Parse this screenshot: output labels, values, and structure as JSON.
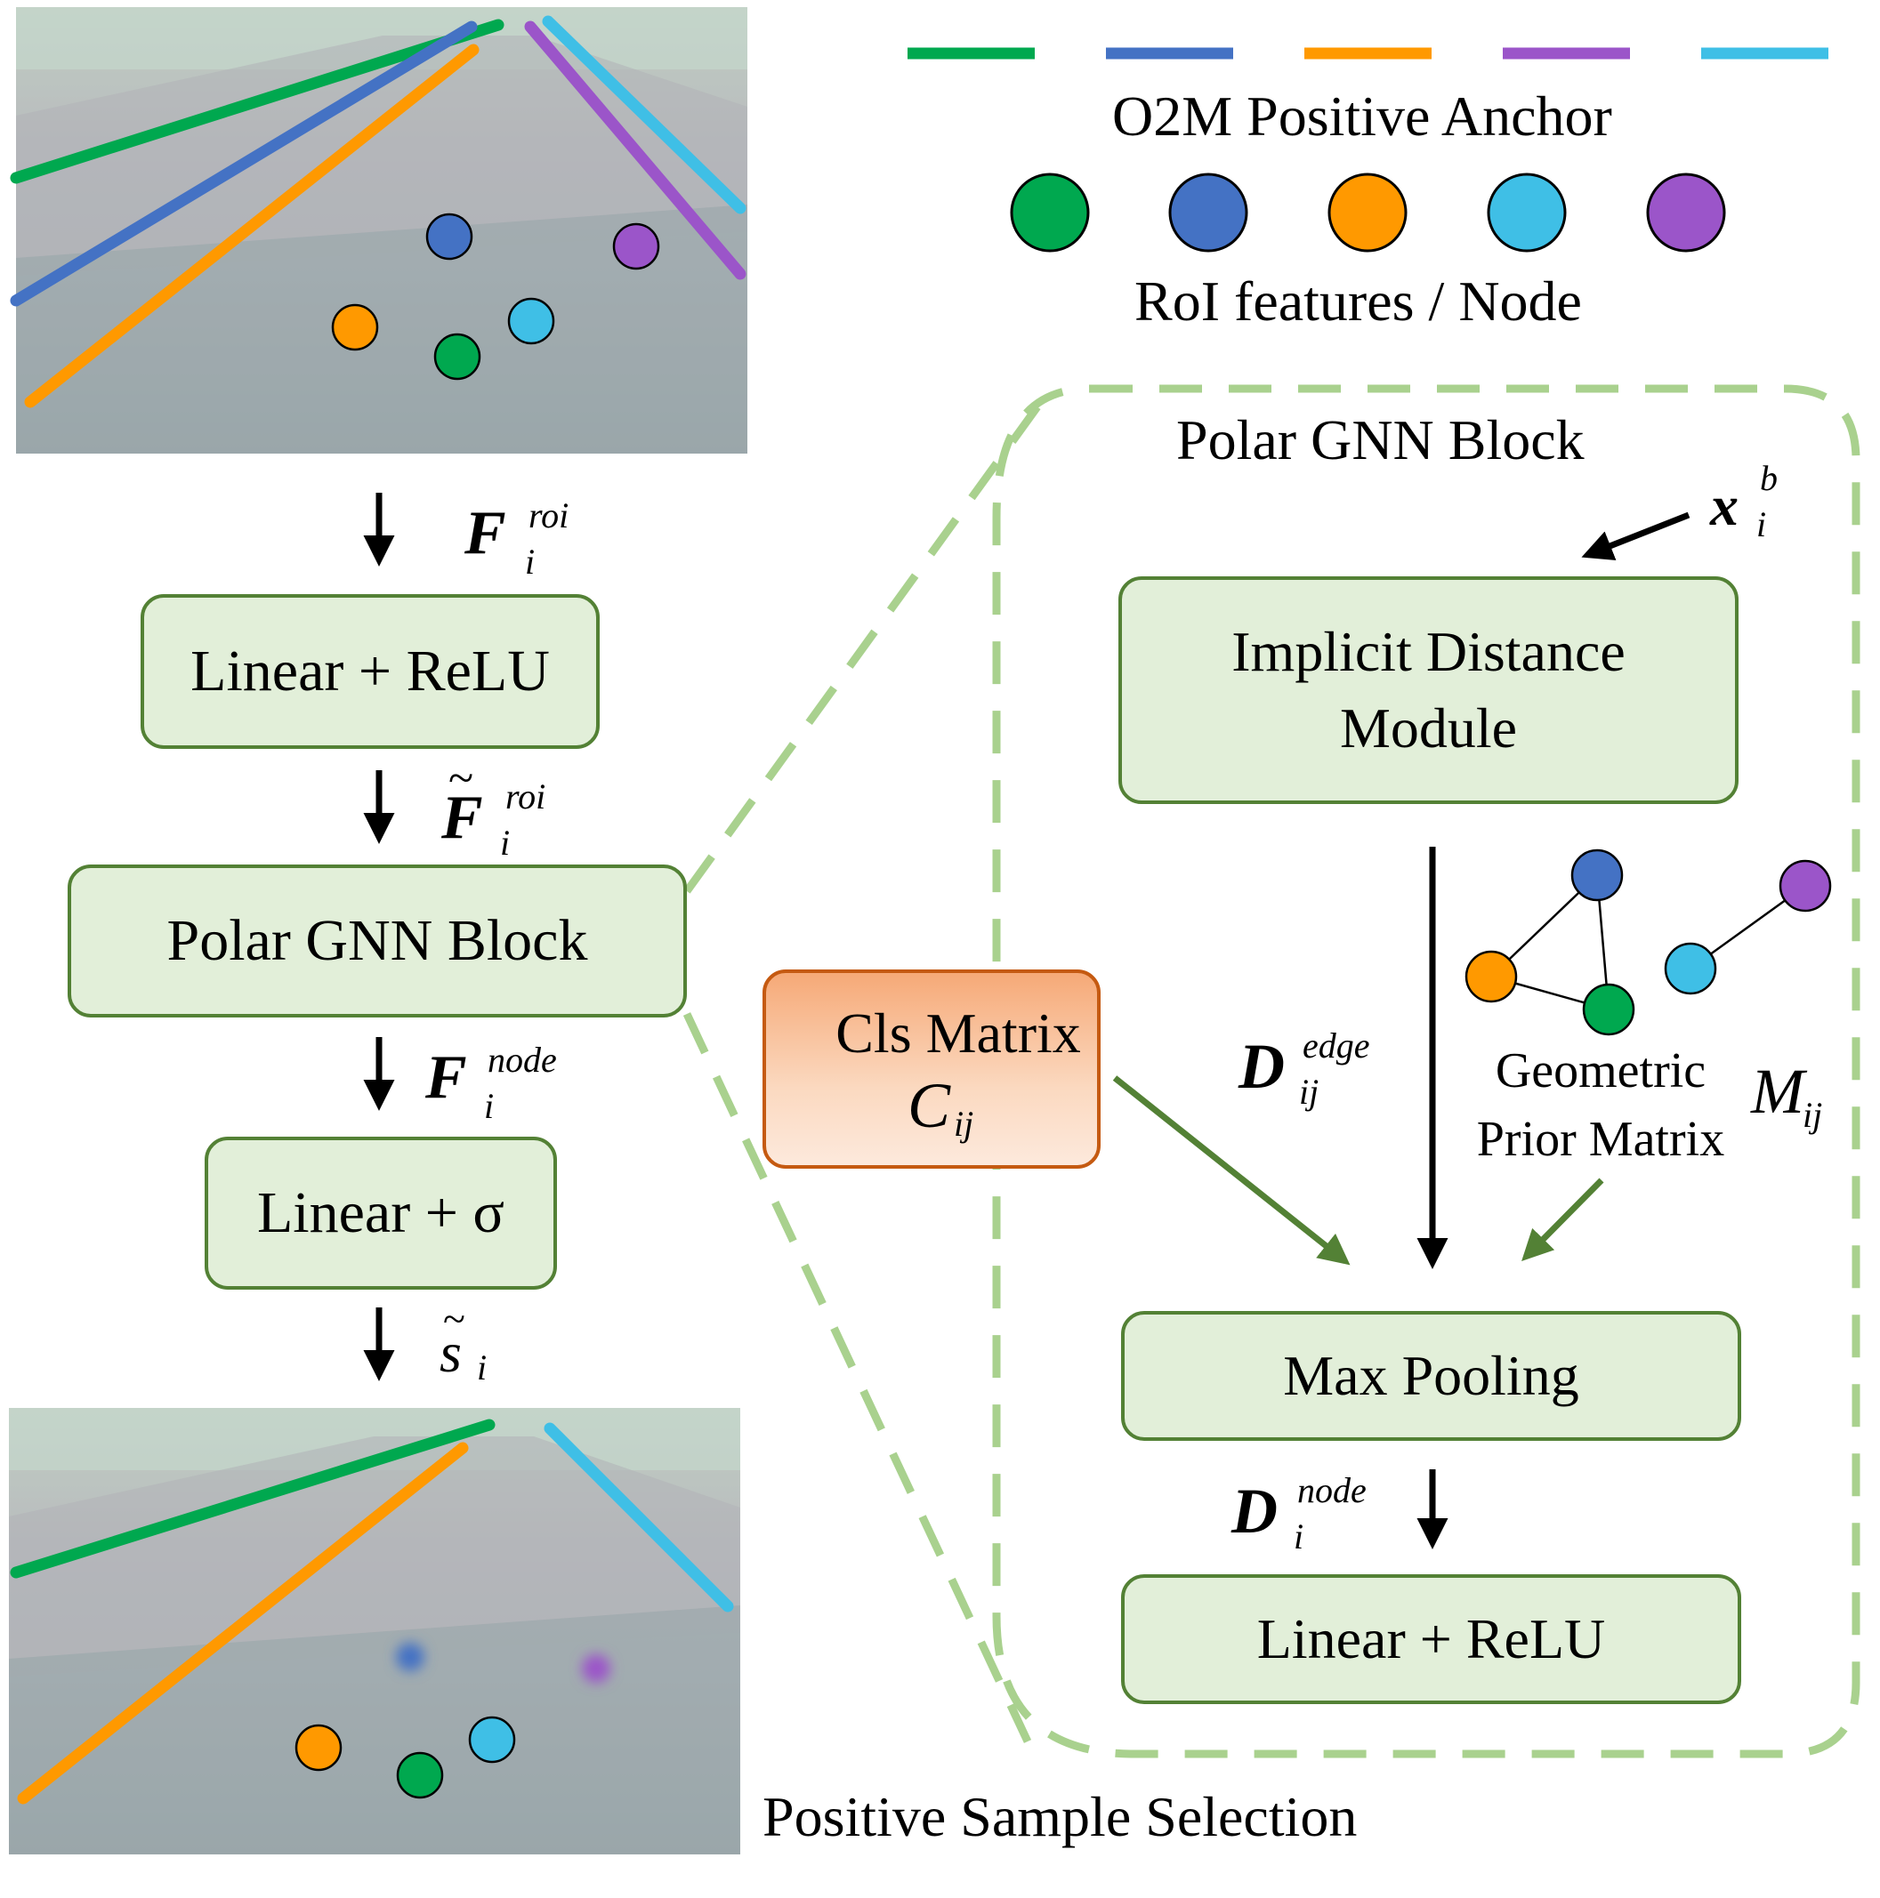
{
  "legend": {
    "anchor_label": "O2M Positive Anchor",
    "node_label": "RoI features / Node",
    "colors": {
      "green": "#00a84f",
      "blue": "#4472c4",
      "orange": "#ff9900",
      "purple": "#9b55c9",
      "cyan": "#3fbfe6"
    }
  },
  "left_pipeline": {
    "box1": "Linear + ReLU",
    "box2": "Polar GNN Block",
    "box3": "Linear + σ",
    "label1": {
      "main": "F",
      "sup": "roi",
      "sub": "i"
    },
    "label2": {
      "main": "F",
      "sup": "roi",
      "sub": "i"
    },
    "label3": {
      "main": "F",
      "sup": "node",
      "sub": "i"
    },
    "label4": {
      "main": "s",
      "sub": "i"
    }
  },
  "gnn_block": {
    "title": "Polar GNN Block",
    "input": {
      "main": "x",
      "sup": "b",
      "sub": "i"
    },
    "idm_line1": "Implicit Distance",
    "idm_line2": "Module",
    "edge_label": {
      "main": "D",
      "sup": "edge",
      "sub": "ij"
    },
    "geo_line1": "Geometric",
    "geo_line2": "Prior Matrix",
    "m_label": {
      "main": "M",
      "sub": "ij"
    },
    "max_pool": "Max Pooling",
    "node_label": {
      "main": "D",
      "sup": "node",
      "sub": "i"
    },
    "linear_relu": "Linear + ReLU"
  },
  "cls": {
    "line1": "Cls Matrix",
    "main": "C",
    "sub": "ij"
  },
  "caption": "Positive Sample Selection"
}
